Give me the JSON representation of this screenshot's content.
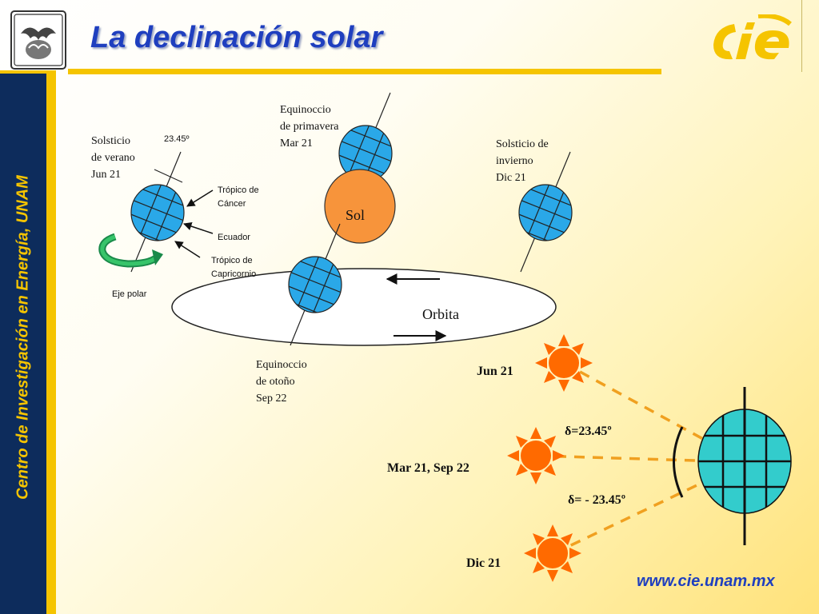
{
  "title": "La declinación solar",
  "sidebar_text": "Centro de Investigación en Energía, UNAM",
  "website": "www.cie.unam.mx",
  "colors": {
    "navy": "#0d2c5c",
    "gold": "#f5c400",
    "title_blue": "#1f3fbf",
    "earth_blue": "#2aa8e8",
    "sun_orange": "#f7943b",
    "ray_orange": "#ff6a00",
    "earth_teal": "#33cccc"
  },
  "icons": {
    "unam": "unam-crest-icon",
    "cie": "cie-logo-icon"
  },
  "orbit": {
    "label": "Orbita",
    "sun_label": "Sol",
    "solsticio_verano": [
      "Solsticio",
      "de verano",
      "Jun 21"
    ],
    "tilt_angle": "23.45º",
    "equinoccio_primavera": [
      "Equinoccio",
      "de primavera",
      "Mar 21"
    ],
    "solsticio_invierno": [
      "Solsticio de",
      "invierno",
      "Dic 21"
    ],
    "equinoccio_otono": [
      "Equinoccio",
      "de otoño",
      "Sep 22"
    ],
    "tropico_cancer": [
      "Trópico de",
      "Cáncer"
    ],
    "ecuador": "Ecuador",
    "tropico_capricornio": [
      "Trópico de",
      "Capricornio"
    ],
    "eje_polar": "Eje polar"
  },
  "declination": {
    "jun_label": "Jun 21",
    "eq_label": "Mar 21, Sep 22",
    "dic_label": "Dic 21",
    "delta_pos": "δ=23.45º",
    "delta_neg": "δ= - 23.45º"
  }
}
